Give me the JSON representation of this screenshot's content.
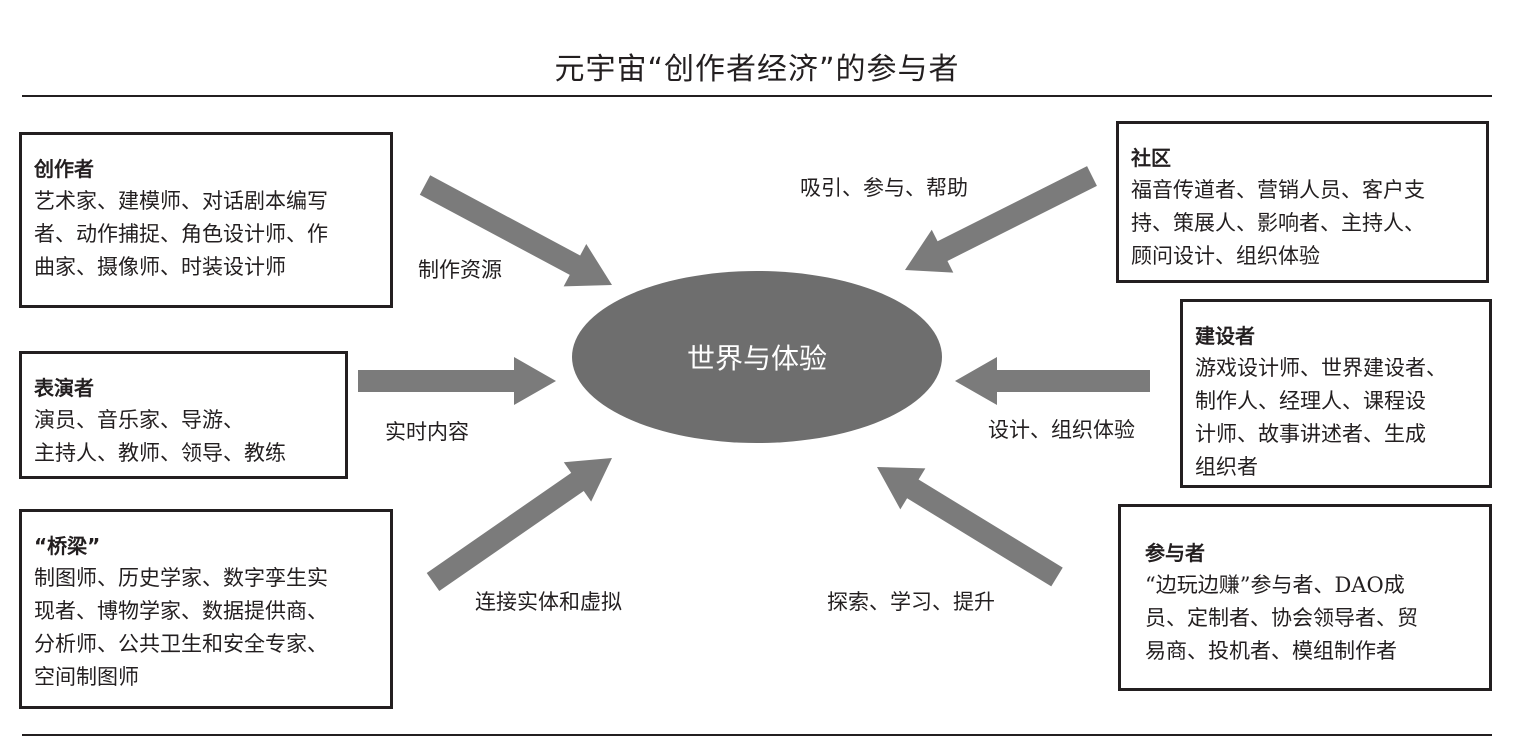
{
  "title": "元宇宙“创作者经济”的参与者",
  "hub": "世界与体验",
  "colors": {
    "arrow": "#7b7b7b",
    "hub": "#6e6e6e"
  },
  "boxes": {
    "creators": {
      "title": "创作者",
      "lines": [
        "艺术家、建模师、对话剧本编写",
        "者、动作捕捉、角色设计师、作",
        "曲家、摄像师、时装设计师"
      ]
    },
    "performers": {
      "title": "表演者",
      "lines": [
        "演员、音乐家、导游、",
        "主持人、教师、领导、教练"
      ]
    },
    "bridges": {
      "title": "“桥梁”",
      "lines": [
        "制图师、历史学家、数字孪生实",
        "现者、博物学家、数据提供商、",
        "分析师、公共卫生和安全专家、",
        "空间制图师"
      ]
    },
    "community": {
      "title": "社区",
      "lines": [
        "福音传道者、营销人员、客户支",
        "持、策展人、影响者、主持人、",
        "顾问设计、组织体验"
      ]
    },
    "builders": {
      "title": "建设者",
      "lines": [
        "游戏设计师、世界建设者、",
        "制作人、经理人、课程设",
        "计师、故事讲述者、生成",
        "组织者"
      ]
    },
    "participants": {
      "title": "参与者",
      "lines": [
        "“边玩边赚”参与者、DAO成",
        "员、定制者、协会领导者、贸",
        "易商、投机者、模组制作者"
      ]
    }
  },
  "arrow_labels": {
    "creators": "制作资源",
    "community": "吸引、参与、帮助",
    "performers": "实时内容",
    "builders": "设计、组织体验",
    "bridges": "连接实体和虚拟",
    "participants": "探索、学习、提升"
  }
}
